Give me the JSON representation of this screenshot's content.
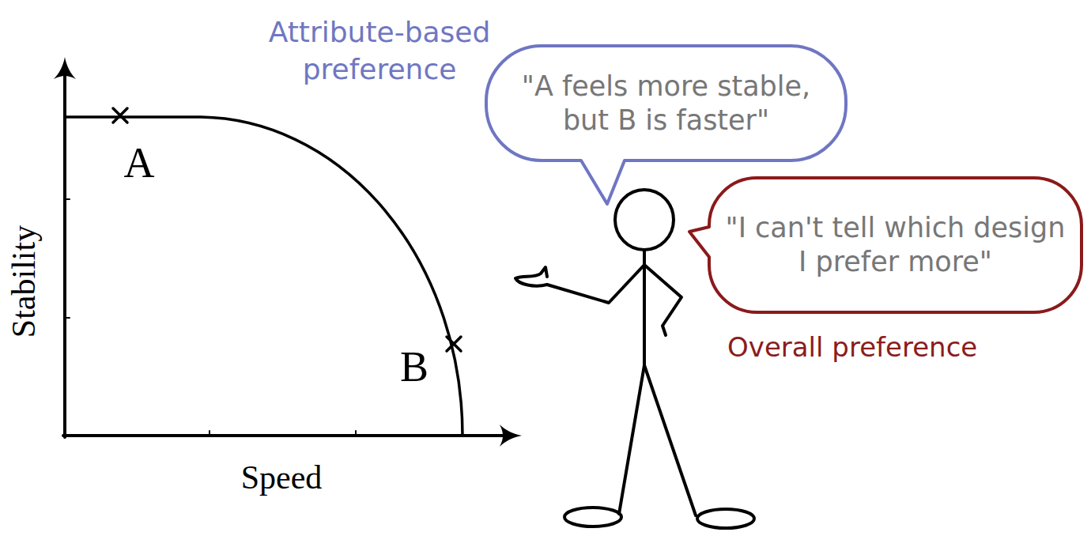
{
  "diagram": {
    "nodes": [
      {
        "text": [
          "Attribute-based preference",
          "\"A feels more stable, but B is faster\""
        ]
      },
      {
        "text": [
          "\"I can't tell which design I prefer more\"",
          "Overall preference"
        ]
      }
    ],
    "labels": [
      "A",
      "B",
      "Stability",
      "Speed"
    ]
  }
}
